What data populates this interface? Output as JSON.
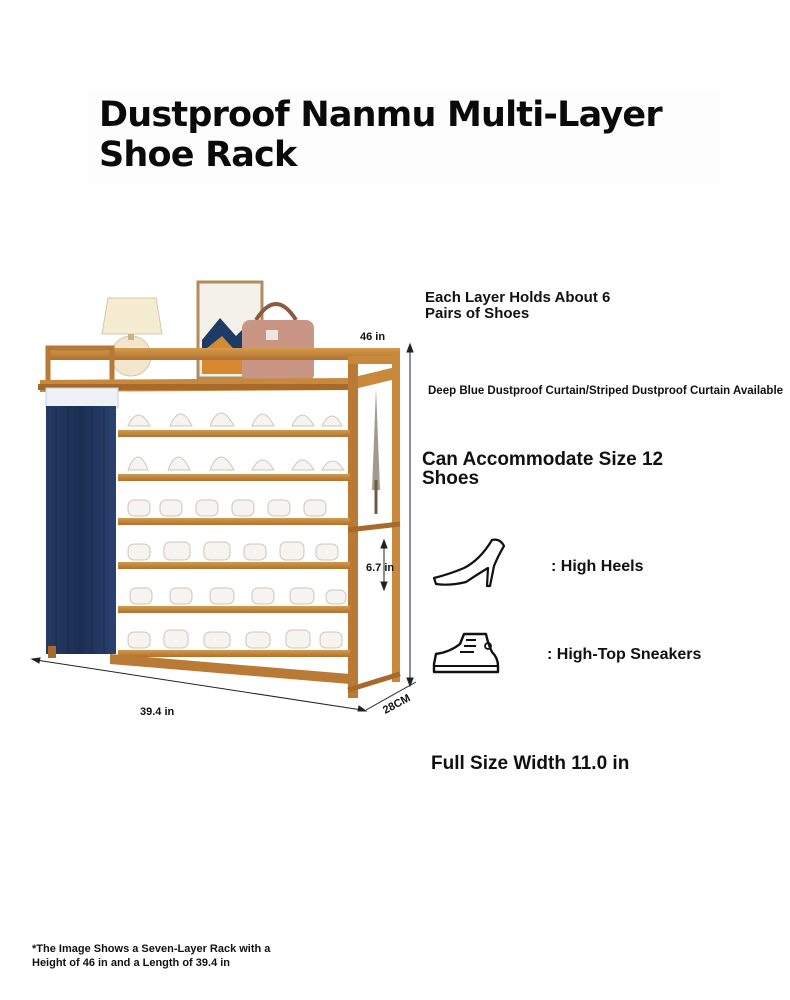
{
  "title": "Dustproof Nanmu Multi-Layer Shoe Rack",
  "features": {
    "layer_capacity": "Each Layer Holds About 6 Pairs of Shoes",
    "curtain_options": "Deep Blue Dustproof Curtain/Striped Dustproof Curtain Available",
    "shoe_size": "Can Accommodate Size 12 Shoes"
  },
  "dimensions": {
    "height": "46 in",
    "shelf_gap": "6.7 in",
    "length": "39.4 in",
    "depth": "28CM"
  },
  "legend": [
    {
      "icon": "high-heel-icon",
      "label": ": High Heels"
    },
    {
      "icon": "high-top-sneaker-icon",
      "label": ": High-Top Sneakers"
    }
  ],
  "full_size_width": "Full Size Width 11.0 in",
  "footnote": "*The Image Shows a Seven-Layer Rack with a Height of 46 in and a Length of 39.4 in",
  "colors": {
    "bamboo": "#c8893d",
    "bamboo_dark": "#a8692a",
    "curtain": "#1f3358",
    "text": "#111111"
  }
}
